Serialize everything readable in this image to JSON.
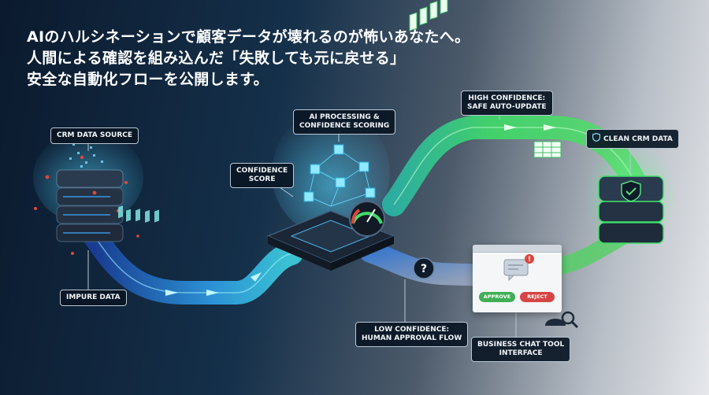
{
  "headline": {
    "line1": "AIのハルシネーションで顧客データが壊れるのが怖いあなたへ。",
    "line2": "人間による確認を組み込んだ「失敗しても元に戻せる」",
    "line3": "安全な自動化フローを公開します。"
  },
  "labels": {
    "crm_source": "CRM DATA SOURCE",
    "impure": "IMPURE DATA",
    "confidence_score": [
      "CONFIDENCE",
      "SCORE"
    ],
    "ai_processing": [
      "AI PROCESSING &",
      "CONFIDENCE SCORING"
    ],
    "high_confidence": [
      "HIGH CONFIDENCE:",
      "SAFE AUTO-UPDATE"
    ],
    "clean_crm": "CLEAN CRM DATA",
    "low_confidence": [
      "LOW CONFIDENCE:",
      "HUMAN APPROVAL FLOW"
    ],
    "chat_tool": [
      "BUSINESS CHAT TOOL",
      "INTERFACE"
    ]
  },
  "chat": {
    "approve": "APPROVE",
    "reject": "REJECT"
  },
  "colors": {
    "input_flow": "#2fa8e8",
    "high_flow": "#3fdc6a",
    "low_flow": "#2e7fd6",
    "alert": "#e0463e",
    "approve": "#3fae55",
    "reject": "#d64545"
  },
  "icons": [
    "server-stack-icon",
    "ai-chip-icon",
    "gauge-icon",
    "question-icon",
    "shield-check-icon",
    "chat-alert-icon",
    "user-search-icon",
    "table-grid-icon"
  ]
}
